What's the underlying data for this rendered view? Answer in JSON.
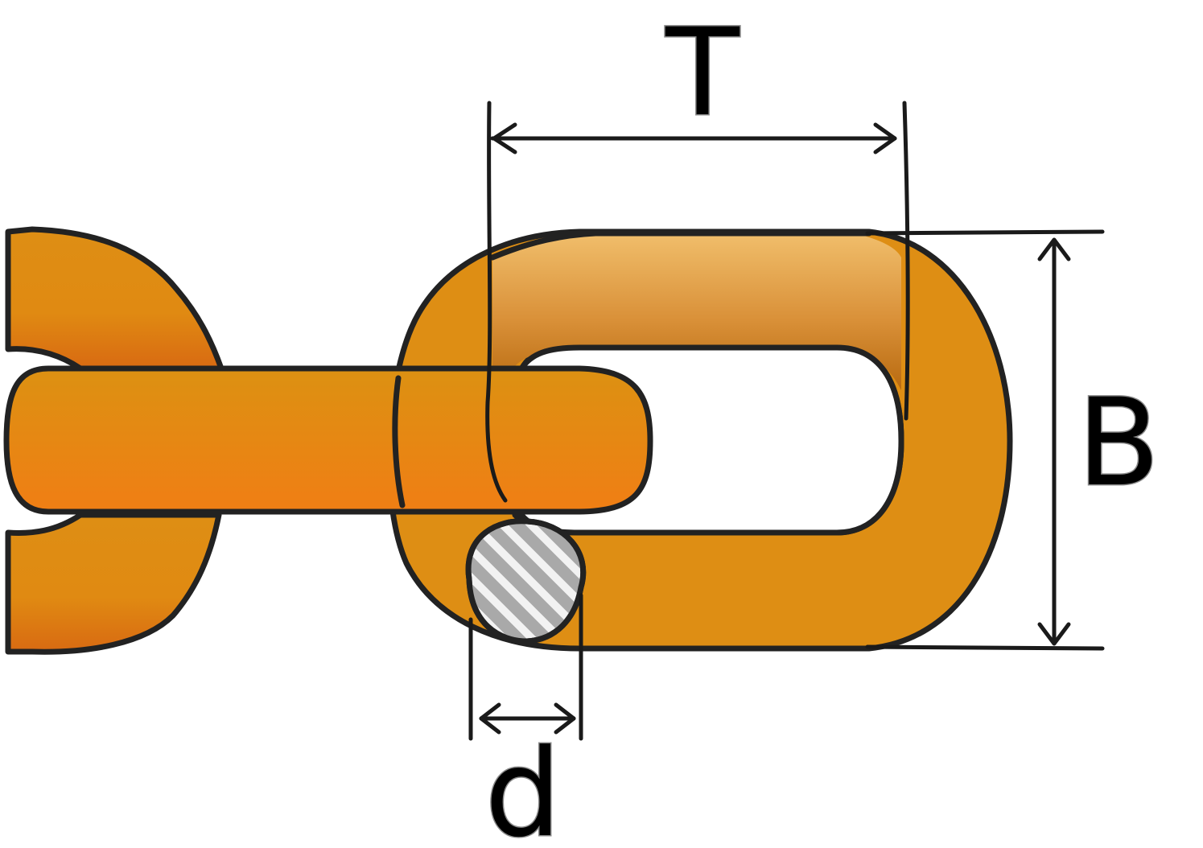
{
  "diagram": {
    "labels": {
      "pitch": "T",
      "width": "B",
      "diameter": "d"
    },
    "colors": {
      "link_body": "#e08a12",
      "link_highlight": "#f0bd6a",
      "link_shadow": "#b86a10",
      "outline": "#222222",
      "section_fill": "#f2f2f2",
      "section_hatch": "#a9a9a9",
      "dimension_lines": "#1a1a1a"
    }
  }
}
